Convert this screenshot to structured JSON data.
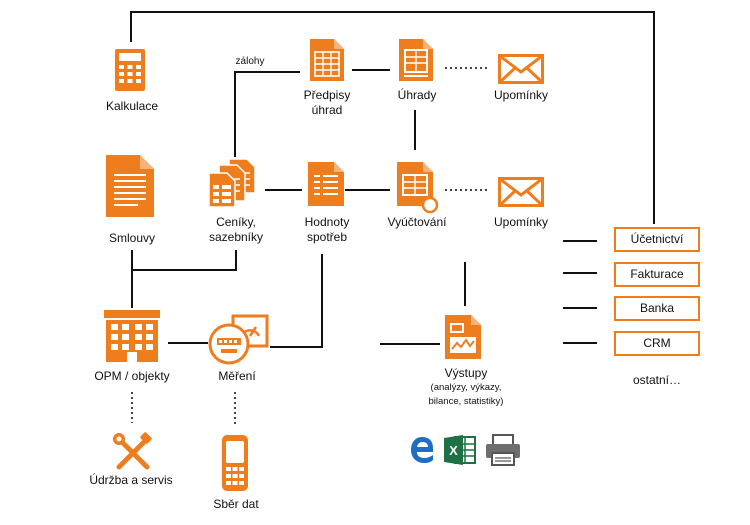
{
  "labels": {
    "kalkulace": "Kalkulace",
    "smlouvy": "Smlouvy",
    "zalohy": "zálohy",
    "predpisy_1": "Předpisy",
    "predpisy_2": "úhrad",
    "uhrady": "Úhrady",
    "upominky_top": "Upomínky",
    "ceniky_1": "Ceníky,",
    "ceniky_2": "sazebníky",
    "hodnoty_1": "Hodnoty",
    "hodnoty_2": "spotřeb",
    "vyuctovani": "Vyúčtování",
    "upominky_mid": "Upomínky",
    "opm": "OPM / objekty",
    "mereni": "Měření",
    "vystupy": "Výstupy",
    "vystupy_sub_1": "(analýzy, výkazy,",
    "vystupy_sub_2": "bilance, statistiky)",
    "udrzba": "Údržba a servis",
    "sber": "Sběr dat",
    "ostatni": "ostatní…"
  },
  "boxes": {
    "ucetnictvi": "Účetnictví",
    "fakturace": "Fakturace",
    "banka": "Banka",
    "crm": "CRM"
  },
  "icons": {
    "excel_letter": "X"
  },
  "colors": {
    "accent": "#EE7D1E",
    "line": "#111111"
  }
}
